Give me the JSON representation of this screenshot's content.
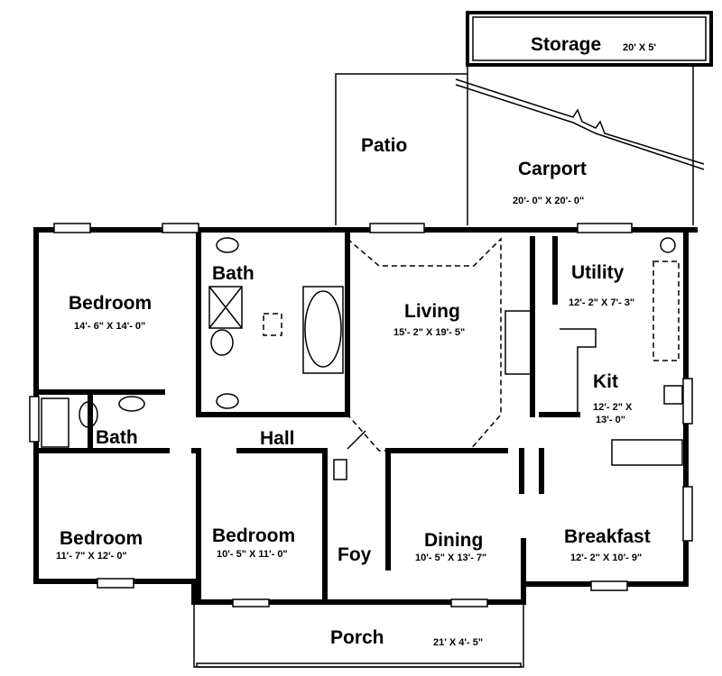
{
  "rooms": {
    "storage": {
      "name": "Storage",
      "dim": "20' X 5'"
    },
    "patio": {
      "name": "Patio"
    },
    "carport": {
      "name": "Carport",
      "dim": "20'- 0\" X 20'- 0\""
    },
    "master_bedroom": {
      "name": "Bedroom",
      "dim": "14'- 6\" X 14'- 0\""
    },
    "master_bath": {
      "name": "Bath"
    },
    "living": {
      "name": "Living",
      "dim": "15'- 2\" X 19'- 5\""
    },
    "utility": {
      "name": "Utility",
      "dim": "12'- 2\" X 7'- 3\""
    },
    "kitchen": {
      "name": "Kit",
      "dim1": "12'- 2\" X",
      "dim2": "13'- 0\""
    },
    "bath2": {
      "name": "Bath"
    },
    "hall": {
      "name": "Hall"
    },
    "bedroom2": {
      "name": "Bedroom",
      "dim": "11'- 7\" X 12'- 0\""
    },
    "bedroom3": {
      "name": "Bedroom",
      "dim": "10'- 5\" X 11'- 0\""
    },
    "foyer": {
      "name": "Foy"
    },
    "dining": {
      "name": "Dining",
      "dim": "10'- 5\" X 13'- 7\""
    },
    "breakfast": {
      "name": "Breakfast",
      "dim": "12'- 2\" X 10'- 9\""
    },
    "porch": {
      "name": "Porch",
      "dim": "21' X 4'- 5\""
    }
  }
}
